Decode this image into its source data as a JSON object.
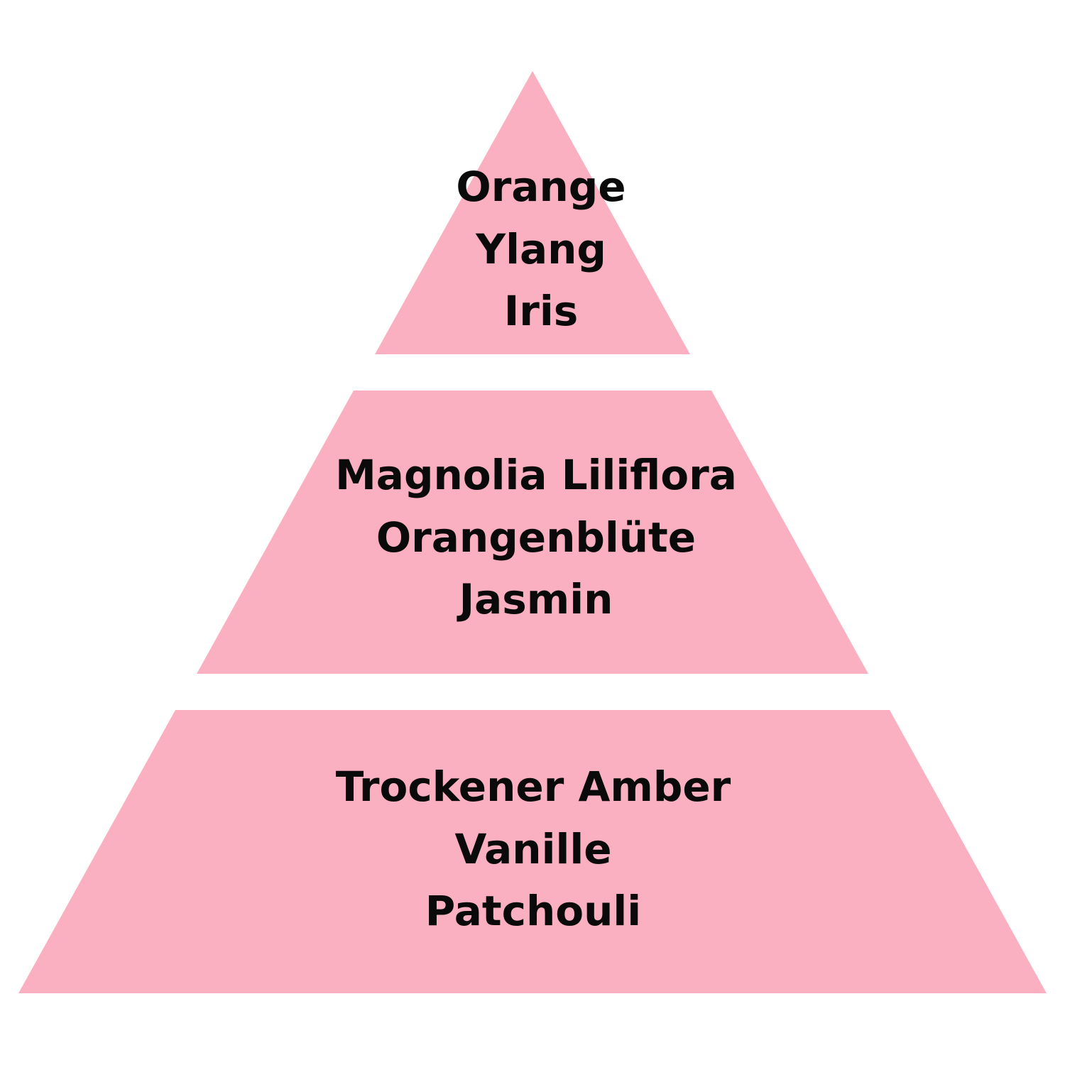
{
  "diagram": {
    "colors": {
      "tier_fill": "#fab0c0",
      "text": "#0a0a0a",
      "background": "#ffffff"
    },
    "tiers": [
      {
        "notes": [
          "Orange",
          "Ylang",
          "Iris"
        ]
      },
      {
        "notes": [
          "Magnolia Liliflora",
          "Orangenblüte",
          "Jasmin"
        ]
      },
      {
        "notes": [
          "Trockener Amber",
          "Vanille",
          "Patchouli"
        ]
      }
    ]
  }
}
